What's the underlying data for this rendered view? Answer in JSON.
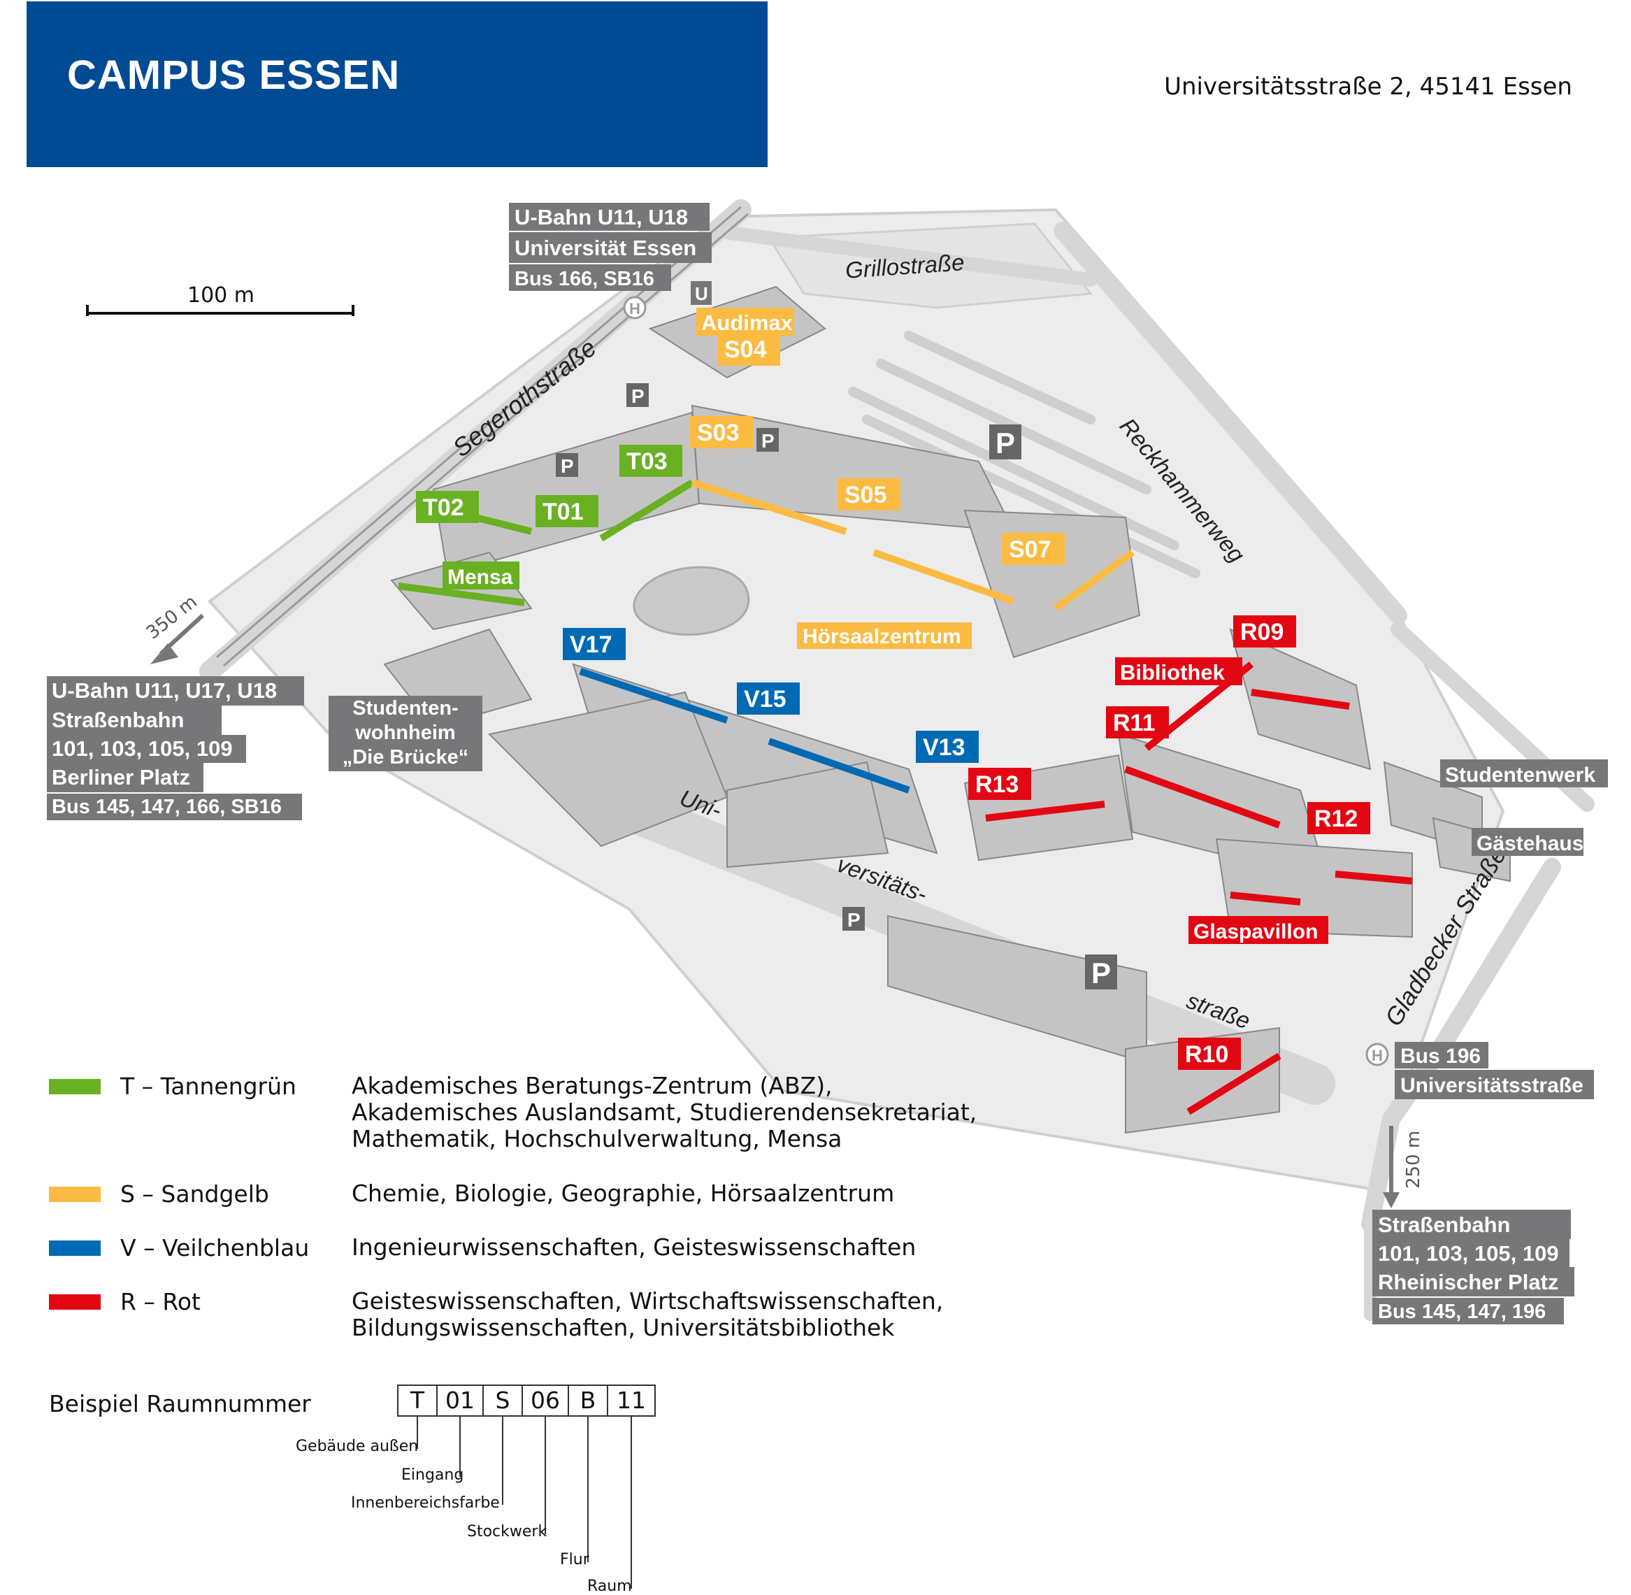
{
  "header": {
    "title": "CAMPUS ESSEN",
    "address": "Universitätsstraße 2, 45141 Essen"
  },
  "colors": {
    "header_blue": "#004b93",
    "green": "#6ab023",
    "yellow": "#fbba42",
    "blue": "#0069b4",
    "red": "#e30613",
    "transit_gray": "#77777a"
  },
  "scale": {
    "label": "100 m"
  },
  "streets": {
    "grillo": "Grillostraße",
    "segeroth": "Segerothstraße",
    "reckhammer": "Reckhammerweg",
    "gladbecker": "Gladbecker Straße",
    "uni_1": "Uni-",
    "uni_2": "versitäts-",
    "uni_3": "straße"
  },
  "distances": {
    "west": "350 m",
    "south": "250 m"
  },
  "transit": {
    "top": [
      "U-Bahn U11, U18",
      "Universität Essen",
      "Bus 166, SB16"
    ],
    "west": [
      "U-Bahn U11, U17, U18",
      "Straßenbahn",
      "101, 103, 105, 109",
      "Berliner Platz",
      "Bus 145, 147, 166, SB16"
    ],
    "southeast_bus": [
      "Bus 196",
      "Universitätsstraße"
    ],
    "south": [
      "Straßenbahn",
      "101, 103, 105, 109",
      "Rheinischer Platz",
      "Bus 145, 147, 196"
    ]
  },
  "symbols": {
    "parking": "P",
    "ubahn": "U",
    "bus_stop": "H"
  },
  "buildings": {
    "green": [
      "T01",
      "T02",
      "T03",
      "Mensa"
    ],
    "yellow": [
      "S03",
      "S04",
      "S05",
      "S07",
      "Audimax",
      "Hörsaalzentrum"
    ],
    "blue": [
      "V13",
      "V15",
      "V17"
    ],
    "red": [
      "R09",
      "R10",
      "R11",
      "R12",
      "R13",
      "Bibliothek",
      "Glaspavillon"
    ],
    "gray": [
      "Studenten-",
      "wohnheim",
      "„Die Brücke“",
      "Studentenwerk",
      "Gästehaus"
    ]
  },
  "legend": [
    {
      "key": "T – Tannengrün",
      "color": "#6ab023",
      "desc": "Akademisches Beratungs-Zentrum (ABZ),\nAkademisches Auslandsamt, Studierendensekretariat,\nMathematik, Hochschulverwaltung, Mensa"
    },
    {
      "key": "S – Sandgelb",
      "color": "#fbba42",
      "desc": "Chemie, Biologie, Geographie, Hörsaalzentrum"
    },
    {
      "key": "V – Veilchenblau",
      "color": "#0069b4",
      "desc": "Ingenieurwissenschaften, Geisteswissenschaften"
    },
    {
      "key": "R – Rot",
      "color": "#e30613",
      "desc": "Geisteswissenschaften, Wirtschaftswissenschaften,\nBildungswissenschaften, Universitätsbibliothek"
    }
  ],
  "room_example": {
    "label": "Beispiel Raumnummer",
    "parts": [
      "T",
      "01",
      "S",
      "06",
      "B",
      "11"
    ],
    "captions": [
      "Gebäude außen",
      "Eingang",
      "Innenbereichsfarbe",
      "Stockwerk",
      "Flur",
      "Raum"
    ]
  }
}
